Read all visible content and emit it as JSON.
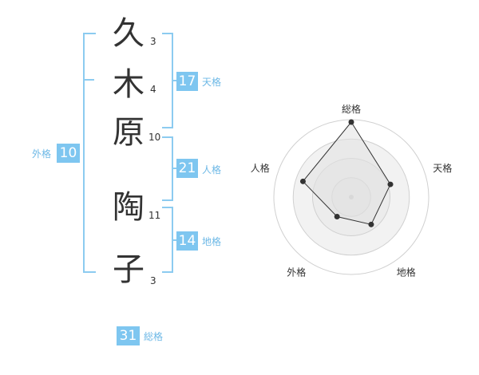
{
  "name": {
    "chars": [
      {
        "char": "久",
        "strokes": "3"
      },
      {
        "char": "木",
        "strokes": "4"
      },
      {
        "char": "原",
        "strokes": "10"
      },
      {
        "char": "陶",
        "strokes": "11"
      },
      {
        "char": "子",
        "strokes": "3"
      }
    ]
  },
  "kakusu": {
    "tenkaku": {
      "value": "17",
      "label": "天格"
    },
    "jinkaku": {
      "value": "21",
      "label": "人格"
    },
    "chikaku": {
      "value": "14",
      "label": "地格"
    },
    "gaikaku": {
      "value": "10",
      "label": "外格"
    },
    "soukaku": {
      "value": "31",
      "label": "総格"
    }
  },
  "colors": {
    "accent": "#7ec6f0",
    "bracket": "#8ccbf0",
    "text": "#333333"
  },
  "chart_data": {
    "type": "radar",
    "axes": [
      "総格",
      "天格",
      "地格",
      "外格",
      "人格"
    ],
    "values": [
      31,
      17,
      14,
      10,
      21
    ]
  }
}
